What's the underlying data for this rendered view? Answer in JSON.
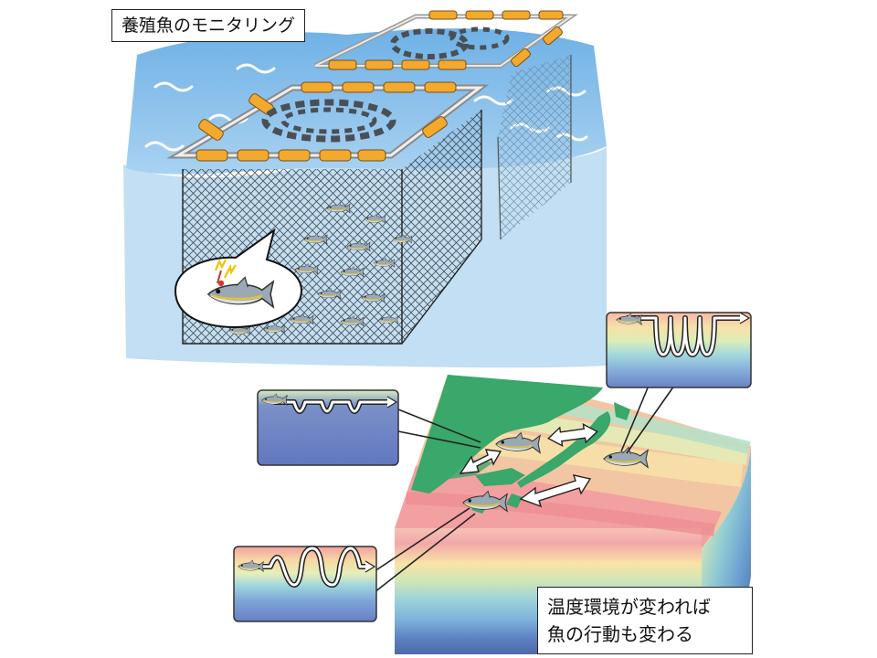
{
  "title": "養殖魚のモニタリング",
  "caption": {
    "line1": "温度環境が変われば",
    "line2": "魚の行動も変わる"
  },
  "colors": {
    "sea_surface": "#8fc4ec",
    "sea_deep": "#bcdcf2",
    "float": "#f2a92e",
    "frame": "#cfcfcf",
    "land": "#39a86a",
    "warm": "#f2a0a0",
    "cool": "#5a78b8"
  },
  "icons": [
    "fish-icon",
    "tag-icon",
    "arrow-icon"
  ]
}
